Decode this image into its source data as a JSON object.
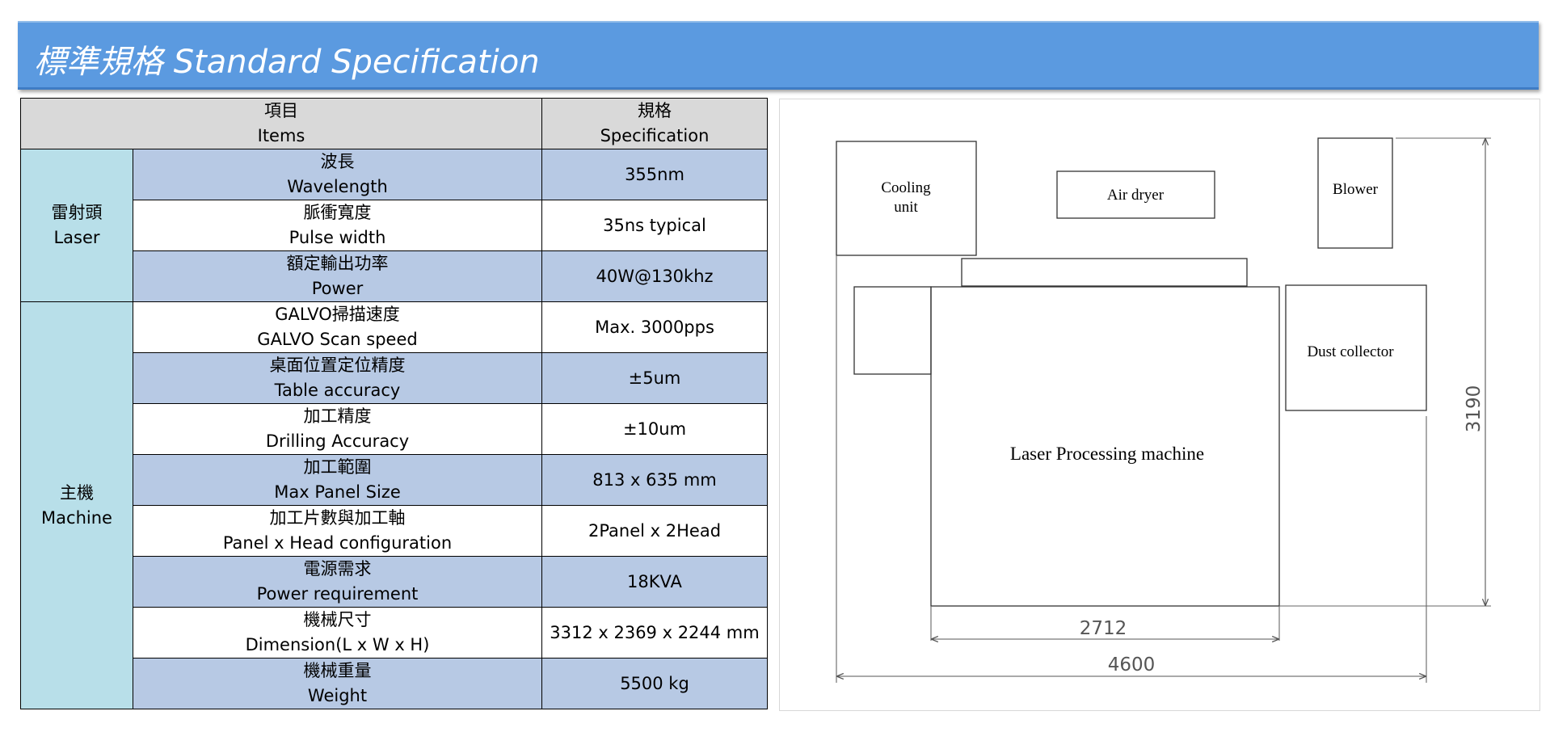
{
  "header": {
    "title": "標準規格 Standard Specification"
  },
  "table": {
    "col_items_zh": "項目",
    "col_items_en": "Items",
    "col_spec_zh": "規格",
    "col_spec_en": "Specification",
    "groups": [
      {
        "zh": "雷射頭",
        "en": "Laser"
      },
      {
        "zh": "主機",
        "en": "Machine"
      }
    ],
    "rows": [
      {
        "zh": "波長",
        "en": "Wavelength",
        "value": "355nm"
      },
      {
        "zh": "脈衝寬度",
        "en": "Pulse width",
        "value": "35ns typical"
      },
      {
        "zh": "額定輸出功率",
        "en": "Power",
        "value": "40W@130khz"
      },
      {
        "zh": "GALVO掃描速度",
        "en": "GALVO Scan speed",
        "value": "Max. 3000pps"
      },
      {
        "zh": "桌面位置定位精度",
        "en": "Table accuracy",
        "value": "±5um"
      },
      {
        "zh": "加工精度",
        "en": "Drilling Accuracy",
        "value": "±10um"
      },
      {
        "zh": "加工範圍",
        "en": "Max Panel Size",
        "value": "813 x 635 mm"
      },
      {
        "zh": "加工片數與加工軸",
        "en": "Panel x Head configuration",
        "value": "2Panel x 2Head"
      },
      {
        "zh": "電源需求",
        "en": "Power requirement",
        "value": "18KVA"
      },
      {
        "zh": "機械尺寸",
        "en": "Dimension(L x W x H)",
        "value": "3312 x 2369 x 2244 mm"
      },
      {
        "zh": "機械重量",
        "en": "Weight",
        "value": "5500 kg"
      }
    ]
  },
  "layout_diagram": {
    "cooling_unit_line1": "Cooling",
    "cooling_unit_line2": "unit",
    "air_dryer": "Air dryer",
    "blower": "Blower",
    "dust_collector": "Dust collector",
    "laser_machine": "Laser Processing machine",
    "dim_machine_width": "2712",
    "dim_total_width": "4600",
    "dim_total_depth": "3190"
  },
  "colors": {
    "title_bar": "#5b9ae0",
    "header_row": "#d9d9d9",
    "group_cell": "#b8dfe9",
    "blue_row": "#b7c9e4"
  }
}
